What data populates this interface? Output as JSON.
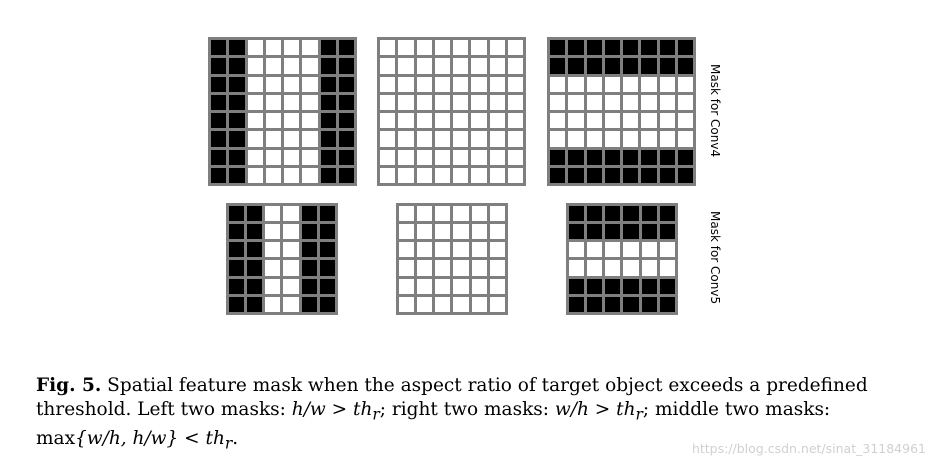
{
  "figure": {
    "masks": [
      {
        "id": "conv4-left",
        "rows": 8,
        "cols": 8,
        "on_cols": [
          0,
          1,
          6,
          7
        ],
        "on_rows": []
      },
      {
        "id": "conv4-middle",
        "rows": 8,
        "cols": 8,
        "on_cols": [],
        "on_rows": []
      },
      {
        "id": "conv4-right",
        "rows": 8,
        "cols": 8,
        "on_cols": [],
        "on_rows": [
          0,
          1,
          6,
          7
        ]
      },
      {
        "id": "conv5-left",
        "rows": 6,
        "cols": 6,
        "on_cols": [
          0,
          1,
          4,
          5
        ],
        "on_rows": []
      },
      {
        "id": "conv5-middle",
        "rows": 6,
        "cols": 6,
        "on_cols": [],
        "on_rows": []
      },
      {
        "id": "conv5-right",
        "rows": 6,
        "cols": 6,
        "on_cols": [],
        "on_rows": [
          0,
          1,
          4,
          5
        ]
      }
    ],
    "row_labels": [
      "Mask for Conv4",
      "Mask for Conv5"
    ]
  },
  "caption": {
    "fig_label": "Fig. 5.",
    "text_1": " Spatial feature mask when the aspect ratio of target object exceeds a predefined threshold. Left two masks: ",
    "math_1": "h/w > th",
    "sub": "r",
    "text_2": "; right two masks: ",
    "math_2": "w/h > th",
    "text_3": "; middle two masks: ",
    "max": "max",
    "math_3": "{w/h, h/w} < th",
    "end": "."
  },
  "watermark": "https://blog.csdn.net/sinat_31184961",
  "colors": {
    "on": "#000000",
    "off": "#ffffff",
    "line": "#7f7f7f"
  }
}
